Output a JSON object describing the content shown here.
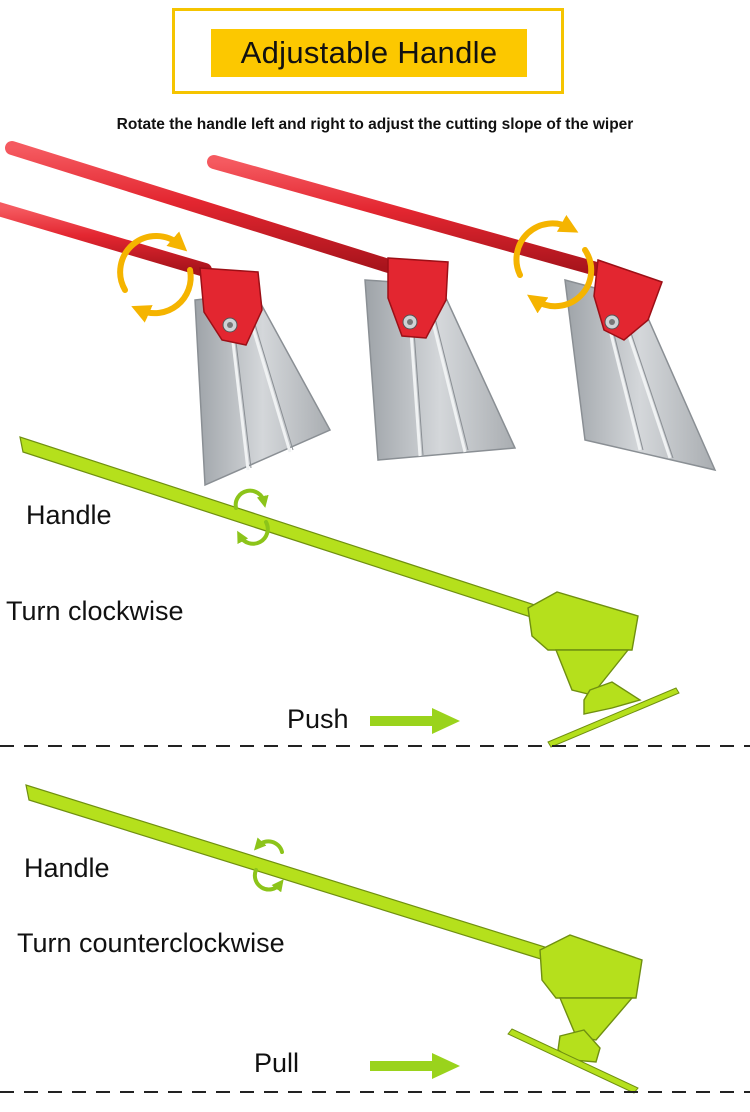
{
  "header": {
    "title": "Adjustable Handle",
    "subtitle": "Rotate the handle left and right to adjust the cutting slope of the wiper"
  },
  "diagram_top": {
    "handle_label": "Handle",
    "turn_label": "Turn clockwise",
    "action_label": "Push"
  },
  "diagram_bottom": {
    "handle_label": "Handle",
    "turn_label": "Turn counterclockwise",
    "action_label": "Pull"
  },
  "colors": {
    "title_box": "#fcc800",
    "handle_red": "#e32630",
    "rotate_arrow": "#f5b400",
    "diagram_green": "#b5e01c",
    "blade_silver": "#b8bcc0"
  }
}
